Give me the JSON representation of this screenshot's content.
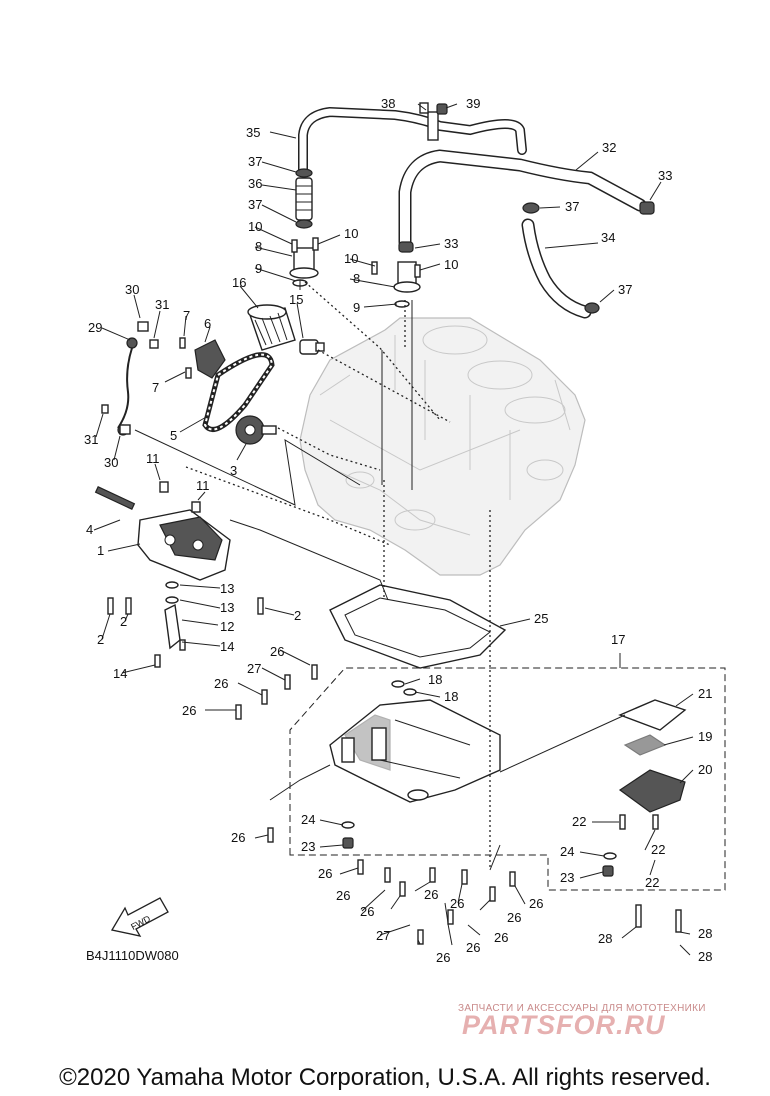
{
  "diagram": {
    "code": "B4J1110DW080",
    "direction_marker": "FWD",
    "callouts": [
      {
        "id": "c38",
        "label": "38"
      },
      {
        "id": "c39",
        "label": "39"
      },
      {
        "id": "c35",
        "label": "35"
      },
      {
        "id": "c32",
        "label": "32"
      },
      {
        "id": "c33a",
        "label": "33"
      },
      {
        "id": "c37a",
        "label": "37"
      },
      {
        "id": "c36",
        "label": "36"
      },
      {
        "id": "c37b",
        "label": "37"
      },
      {
        "id": "c37c",
        "label": "37"
      },
      {
        "id": "c34",
        "label": "34"
      },
      {
        "id": "c10a",
        "label": "10"
      },
      {
        "id": "c10b",
        "label": "10"
      },
      {
        "id": "c8a",
        "label": "8"
      },
      {
        "id": "c33b",
        "label": "33"
      },
      {
        "id": "c10c",
        "label": "10"
      },
      {
        "id": "c10d",
        "label": "10"
      },
      {
        "id": "c9a",
        "label": "9"
      },
      {
        "id": "c8b",
        "label": "8"
      },
      {
        "id": "c37d",
        "label": "37"
      },
      {
        "id": "c16",
        "label": "16"
      },
      {
        "id": "c15",
        "label": "15"
      },
      {
        "id": "c9b",
        "label": "9"
      },
      {
        "id": "c30a",
        "label": "30"
      },
      {
        "id": "c31a",
        "label": "31"
      },
      {
        "id": "c7a",
        "label": "7"
      },
      {
        "id": "c6",
        "label": "6"
      },
      {
        "id": "c29",
        "label": "29"
      },
      {
        "id": "c7b",
        "label": "7"
      },
      {
        "id": "c5",
        "label": "5"
      },
      {
        "id": "c31b",
        "label": "31"
      },
      {
        "id": "c30b",
        "label": "30"
      },
      {
        "id": "c3",
        "label": "3"
      },
      {
        "id": "c11a",
        "label": "11"
      },
      {
        "id": "c11b",
        "label": "11"
      },
      {
        "id": "c4",
        "label": "4"
      },
      {
        "id": "c1",
        "label": "1"
      },
      {
        "id": "c13a",
        "label": "13"
      },
      {
        "id": "c13b",
        "label": "13"
      },
      {
        "id": "c12",
        "label": "12"
      },
      {
        "id": "c2a",
        "label": "2"
      },
      {
        "id": "c2b",
        "label": "2"
      },
      {
        "id": "c2c",
        "label": "2"
      },
      {
        "id": "c14a",
        "label": "14"
      },
      {
        "id": "c14b",
        "label": "14"
      },
      {
        "id": "c25",
        "label": "25"
      },
      {
        "id": "c17",
        "label": "17"
      },
      {
        "id": "c26a",
        "label": "26"
      },
      {
        "id": "c27a",
        "label": "27"
      },
      {
        "id": "c18a",
        "label": "18"
      },
      {
        "id": "c18b",
        "label": "18"
      },
      {
        "id": "c26b",
        "label": "26"
      },
      {
        "id": "c26c",
        "label": "26"
      },
      {
        "id": "c21",
        "label": "21"
      },
      {
        "id": "c19",
        "label": "19"
      },
      {
        "id": "c20",
        "label": "20"
      },
      {
        "id": "c26d",
        "label": "26"
      },
      {
        "id": "c24a",
        "label": "24"
      },
      {
        "id": "c23a",
        "label": "23"
      },
      {
        "id": "c22a",
        "label": "22"
      },
      {
        "id": "c22b",
        "label": "22"
      },
      {
        "id": "c24b",
        "label": "24"
      },
      {
        "id": "c23b",
        "label": "23"
      },
      {
        "id": "c22c",
        "label": "22"
      },
      {
        "id": "c26e",
        "label": "26"
      },
      {
        "id": "c26f",
        "label": "26"
      },
      {
        "id": "c26g",
        "label": "26"
      },
      {
        "id": "c26h",
        "label": "26"
      },
      {
        "id": "c26i",
        "label": "26"
      },
      {
        "id": "c26j",
        "label": "26"
      },
      {
        "id": "c26k",
        "label": "26"
      },
      {
        "id": "c27b",
        "label": "27"
      },
      {
        "id": "c26l",
        "label": "26"
      },
      {
        "id": "c26m",
        "label": "26"
      },
      {
        "id": "c28a",
        "label": "28"
      },
      {
        "id": "c28b",
        "label": "28"
      },
      {
        "id": "c28c",
        "label": "28"
      },
      {
        "id": "c26n",
        "label": "26"
      }
    ]
  },
  "watermark": {
    "tagline": "ЗАПЧАСТИ И АКСЕССУАРЫ ДЛЯ МОТОТЕХНИКИ",
    "logo": "PARTSFOR.RU"
  },
  "footer": {
    "copyright": "©2020 Yamaha Motor Corporation, U.S.A. All rights reserved."
  }
}
